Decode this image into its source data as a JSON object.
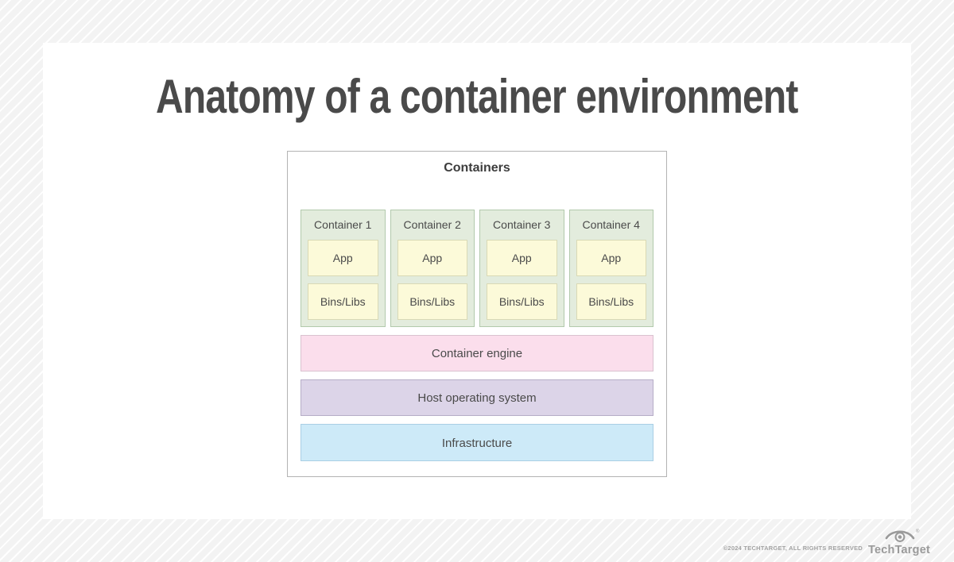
{
  "title": "Anatomy of a container environment",
  "diagram": {
    "heading": "Containers",
    "containers": [
      {
        "label": "Container 1",
        "app_label": "App",
        "bins_label": "Bins/Libs"
      },
      {
        "label": "Container 2",
        "app_label": "App",
        "bins_label": "Bins/Libs"
      },
      {
        "label": "Container 3",
        "app_label": "App",
        "bins_label": "Bins/Libs"
      },
      {
        "label": "Container 4",
        "app_label": "App",
        "bins_label": "Bins/Libs"
      }
    ],
    "container_fill": "#e3ecdd",
    "container_border": "#b2c9ac",
    "inner_fill": "#fcfad9",
    "inner_border": "#d9d9b5",
    "layers": [
      {
        "label": "Container engine",
        "fill": "#fbdeec",
        "border": "#d9c2cf"
      },
      {
        "label": "Host operating system",
        "fill": "#dcd4e8",
        "border": "#b6adc7"
      },
      {
        "label": "Infrastructure",
        "fill": "#cdeaf8",
        "border": "#a9cfe4"
      }
    ]
  },
  "footer": {
    "copyright": "©2024 TECHTARGET, ALL RIGHTS RESERVED",
    "brand": "TechTarget",
    "logo_icon": "eye-icon"
  },
  "colors": {
    "page_background": "#f3f3f3",
    "stripe": "#ffffff",
    "panel_background": "#ffffff",
    "title_text": "#4a4a4a",
    "box_border": "#b3b3b3",
    "label_text": "#4a4a4a",
    "footer_text": "#a3a3a3",
    "logo_gray": "#9a9a9a"
  }
}
